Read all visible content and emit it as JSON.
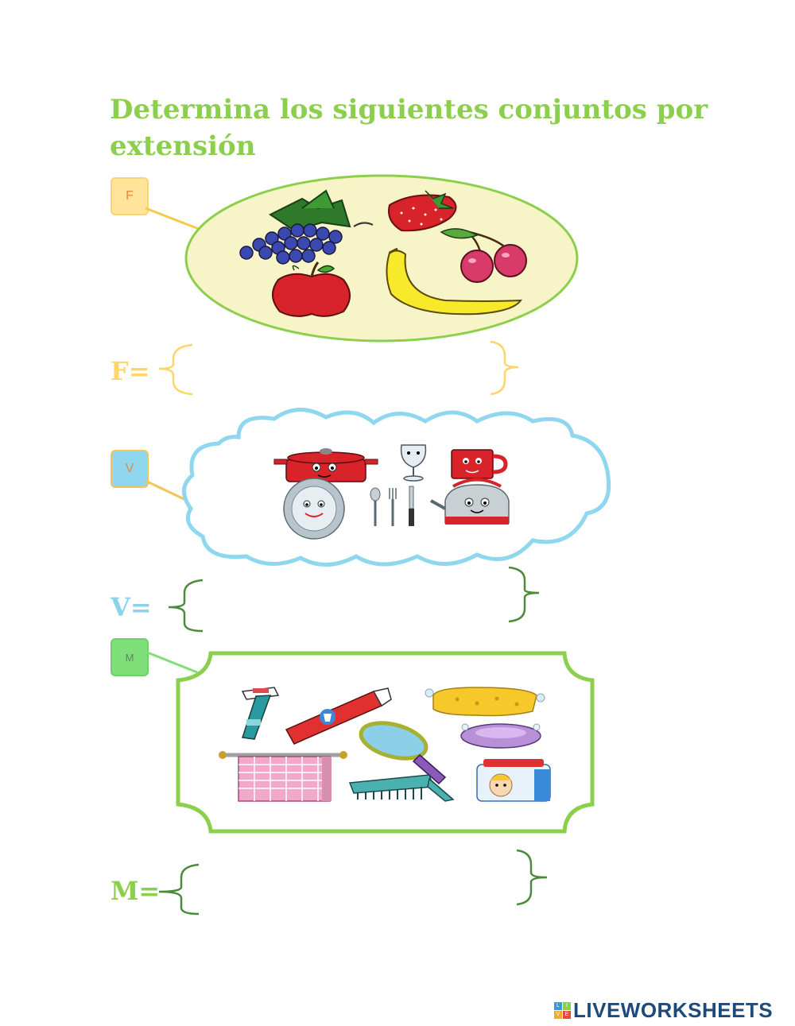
{
  "title": "Determina los siguientes conjuntos por extensión",
  "sets": [
    {
      "tag": "F",
      "equation": "F="
    },
    {
      "tag": "V",
      "equation": "V="
    },
    {
      "tag": "M",
      "equation": "M="
    }
  ],
  "logo": {
    "text": "LIVEWORKSHEETS",
    "mark_letters": [
      "L",
      "I",
      "V",
      "E"
    ]
  },
  "colors": {
    "title": "#8ccf4d",
    "set_f": "#ffd46a",
    "set_v": "#8bd3e8",
    "set_m": "#8ccf4d",
    "ellipse_fill": "#f7f5c8",
    "ellipse_stroke": "#8ccf4d",
    "cloud_stroke": "#8ed7ef",
    "frame_stroke": "#8ccf4d"
  },
  "icons": {
    "fruits": [
      "grapes-icon",
      "strawberry-icon",
      "cherries-icon",
      "apple-icon",
      "banana-icon"
    ],
    "kitchen": [
      "pot-icon",
      "wine-glass-icon",
      "mug-icon",
      "plate-icon",
      "cutlery-icon",
      "kettle-icon"
    ],
    "hygiene": [
      "toothbrush-icon",
      "toothpaste-icon",
      "sponge-icon",
      "mirror-icon",
      "soap-icon",
      "towel-icon",
      "comb-icon",
      "baby-lotion-icon"
    ]
  }
}
